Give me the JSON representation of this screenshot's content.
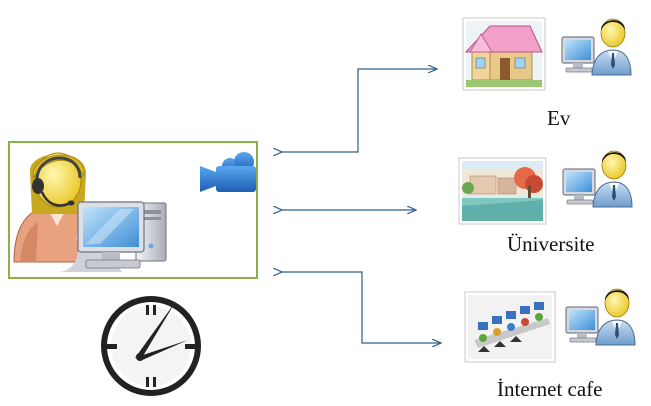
{
  "locations": [
    {
      "label": "Ev",
      "picture": "house-icon"
    },
    {
      "label": "Üniversite",
      "picture": "campus-photo"
    },
    {
      "label": "İnternet cafe",
      "picture": "internet-cafe-icon"
    }
  ],
  "icons": {
    "operator": "operator-headset-icon",
    "camera": "video-camera-icon",
    "clock": "clock-icon",
    "remote_user": "user-computer-icon"
  },
  "colors": {
    "frame_border": "#8cb04a",
    "arrow": "#2e5f8a",
    "camera": "#2a7bd1",
    "monitor": "#6ab4ea"
  }
}
